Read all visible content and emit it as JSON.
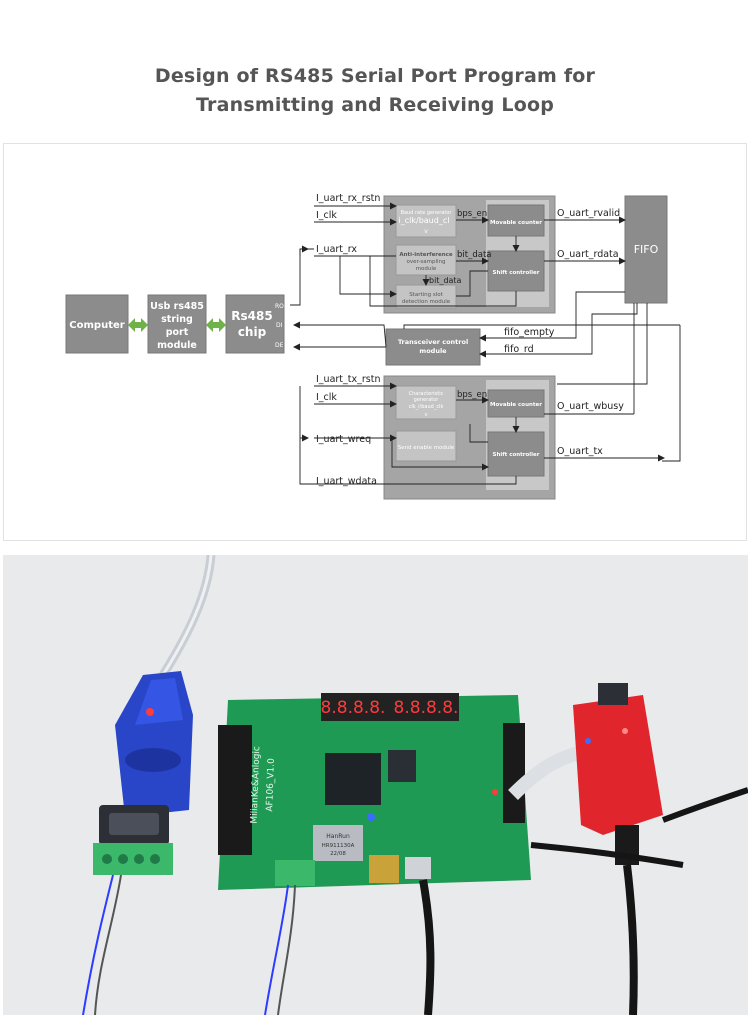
{
  "title": {
    "line1": "Design of RS485 Serial Port Program for",
    "line2": "Transmitting and Receiving Loop"
  },
  "diagram": {
    "blocks": {
      "computer": "Computer",
      "usb_module": [
        "Usb rs485",
        "string",
        "port",
        "module"
      ],
      "rs485_chip": [
        "Rs485",
        "chip"
      ],
      "chip_pins": [
        "RO",
        "DI",
        "DE"
      ],
      "fifo": "FIFO",
      "transceiver_control": [
        "Transceiver control",
        "module"
      ],
      "rx_baud_gen": [
        "Baud rate generator",
        "i_clk/baud_cl",
        "v"
      ],
      "rx_anti_interference": [
        "Anti-interference",
        "over-sampling",
        "module"
      ],
      "rx_start_slot": [
        "Starting slot",
        "detection module"
      ],
      "rx_movable_counter": "Movable counter",
      "rx_shift_controller": "Shift controller",
      "tx_char_gen": [
        "Characteristic",
        "generator",
        "clk_i/baud_clk",
        "v"
      ],
      "tx_send_enable": "Send enable module",
      "tx_movable_counter": "Movable counter",
      "tx_shift_controller": "Shift controller"
    },
    "signals": {
      "i_uart_rx_rstn": "I_uart_rx_rstn",
      "i_clk_rx": "I_clk",
      "i_uart_rx": "I_uart_rx",
      "bps_en_rx": "bps_en",
      "bit_data_1": "bit_data",
      "bit_data_2": "bit_data",
      "o_uart_rvalid": "O_uart_rvalid",
      "o_uart_rdata": "O_uart_rdata",
      "fifo_empty": "fifo_empty",
      "fifo_rd": "fifo_rd",
      "i_uart_tx_rstn": "I_uart_tx_rstn",
      "i_clk_tx": "I_clk",
      "bps_en_tx": "bps_en",
      "o_uart_wbusy": "O_uart_wbusy",
      "i_uart_wreq": "I_uart_wreq",
      "o_uart_tx": "O_uart_tx",
      "i_uart_wdata": "I_uart_wdata"
    },
    "colors": {
      "block_fill": "#8c8c8c",
      "block_text": "#ffffff",
      "panel_fill": "#a5a5a5",
      "sub_block_fill": "#c4c4c4",
      "arrow_green": "#6fb24a",
      "line": "#333333"
    }
  },
  "photo": {
    "seven_segment": [
      "8.8.8.8.",
      "8.8.8.8."
    ],
    "board_labels": [
      "MilianKe&Anlogic",
      "AF106_V1.0"
    ],
    "chip_labels": [
      "HanRun",
      "HR911130A",
      "22/08"
    ],
    "colors": {
      "background": "#e9eaec",
      "board": "#1f9a55",
      "usb_adapter": "#2946c8",
      "jtag_probe": "#e0252c",
      "terminal_block": "#3bb86a"
    }
  }
}
